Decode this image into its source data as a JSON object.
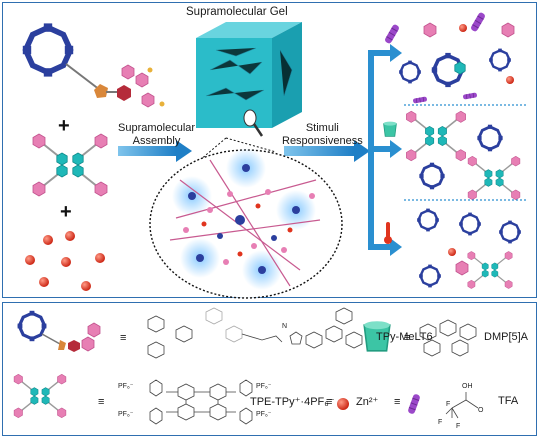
{
  "figure": {
    "title": "Supramolecular Gel",
    "arrow_left_label_line1": "Supramolecular",
    "arrow_left_label_line2": "Assembly",
    "arrow_right_label_line1": "Stimuli",
    "arrow_right_label_line2": "Responsiveness",
    "plus_symbol": "+"
  },
  "legend": {
    "equiv": "≡",
    "tpy_name": "TPy-MeLT6",
    "dmp_name": "DMP[5]A",
    "tpe_name": "TPE-TPy⁺·4PF₆⁻",
    "zn_name": "Zn²⁺",
    "tfa_name": "TFA",
    "chem_pf6": "PF₆⁻",
    "chem_n": "N",
    "chem_f": "F",
    "chem_oh": "OH",
    "chem_o": "O"
  },
  "colors": {
    "frame": "#2f6fb0",
    "arrow": "#2a8fd0",
    "gel_cube": "#2bbcc9",
    "macrocycle": "#2b3f9e",
    "pink_unit": "#e77fb4",
    "teal_core": "#1fb8b8",
    "zinc": "#e0341e",
    "tfa": "#9b48c9",
    "dmp": "#3cc5a5"
  }
}
